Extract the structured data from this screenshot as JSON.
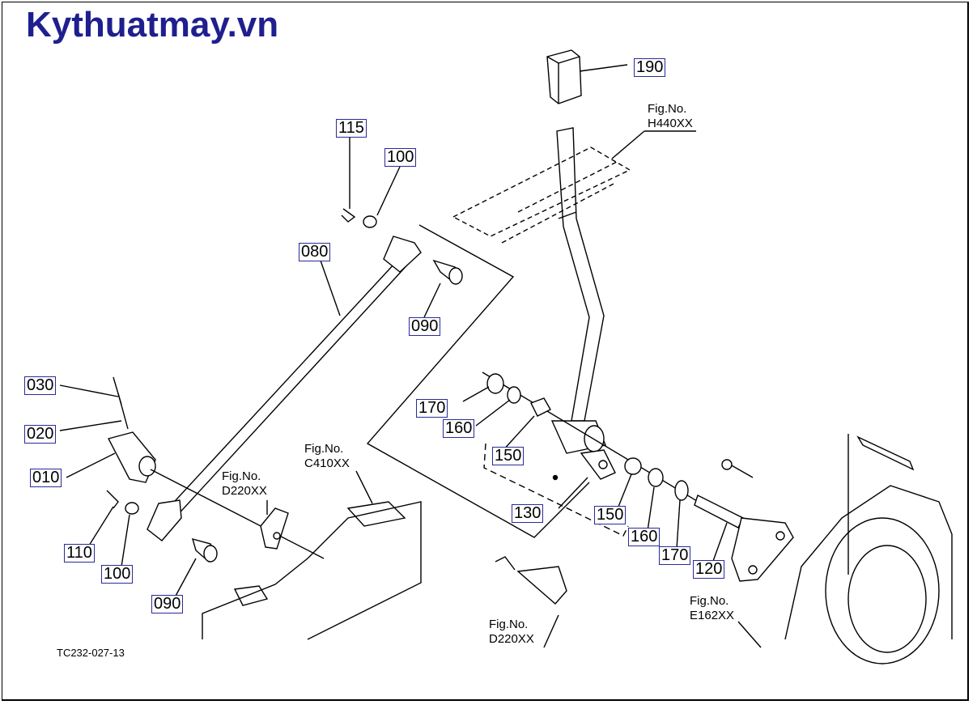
{
  "brand": "Kythuatmay.vn",
  "diagram_code": "TC232-027-13",
  "parts": {
    "p190": "190",
    "p115": "115",
    "p100a": "100",
    "p080": "080",
    "p090a": "090",
    "p030": "030",
    "p020": "020",
    "p010": "010",
    "p110": "110",
    "p100b": "100",
    "p090b": "090",
    "p170a": "170",
    "p160a": "160",
    "p150a": "150",
    "p130": "130",
    "p150b": "150",
    "p160b": "160",
    "p170b": "170",
    "p120": "120"
  },
  "figs": {
    "h440": {
      "label": "Fig.No.",
      "code": "H440XX"
    },
    "c410": {
      "label": "Fig.No.",
      "code": "C410XX"
    },
    "d220a": {
      "label": "Fig.No.",
      "code": "D220XX"
    },
    "d220b": {
      "label": "Fig.No.",
      "code": "D220XX"
    },
    "e162": {
      "label": "Fig.No.",
      "code": "E162XX"
    }
  }
}
